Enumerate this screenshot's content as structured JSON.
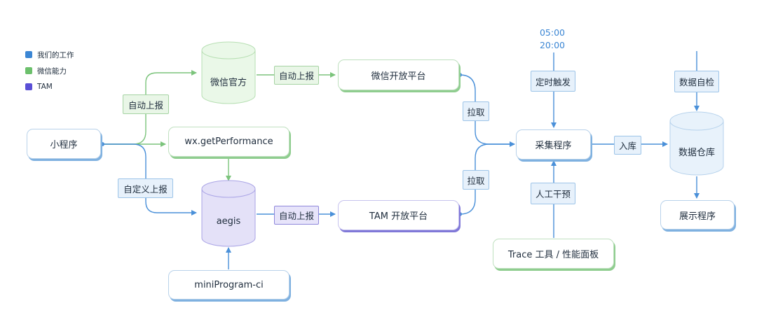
{
  "legend": [
    {
      "label": "我们的工作",
      "color": "#3b86d4"
    },
    {
      "label": "微信能力",
      "color": "#6cc06c"
    },
    {
      "label": "TAM",
      "color": "#5a4fd6"
    }
  ],
  "nodes": {
    "mini_program": "小程序",
    "wx_get_performance": "wx.getPerformance",
    "wechat_official": "微信官方",
    "aegis": "aegis",
    "mini_program_ci": "miniProgram-ci",
    "wechat_open_platform": "微信开放平台",
    "tam_open_platform": "TAM 开放平台",
    "collector": "采集程序",
    "trace_tool": "Trace 工具 / 性能面板",
    "data_warehouse": "数据仓库",
    "display_program": "展示程序"
  },
  "tags": {
    "auto_report_left": "自动上报",
    "custom_report": "自定义上报",
    "auto_report_wechat": "自动上报",
    "auto_report_tam": "自动上报",
    "pull_top": "拉取",
    "pull_bottom": "拉取",
    "scheduled_trigger": "定时触发",
    "manual_intervention": "人工干预",
    "store": "入库",
    "data_self_check": "数据自检"
  },
  "schedule_times": [
    "05:00",
    "20:00"
  ],
  "colors": {
    "blue": "#3b86d4",
    "green": "#6cc06c",
    "purple": "#5a4fd6"
  }
}
